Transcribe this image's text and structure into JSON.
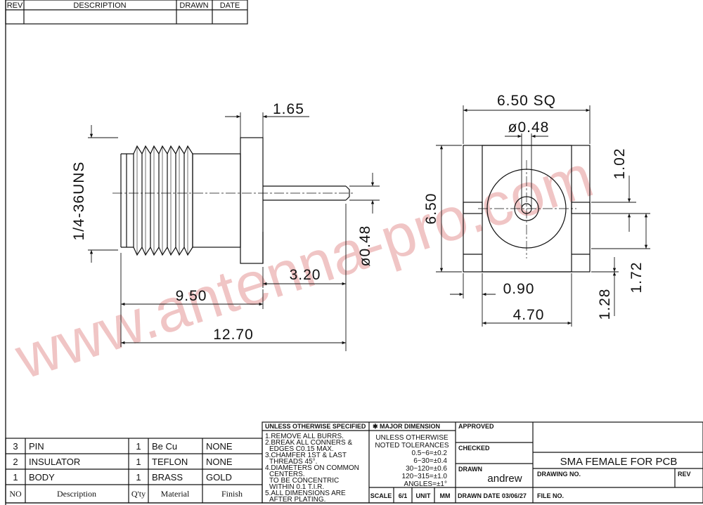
{
  "revision_block": {
    "headers": {
      "rev": "REV",
      "description": "DESCRIPTION",
      "drawn": "DRAWN",
      "date": "DATE"
    }
  },
  "watermark": "www.antenna-pro.com",
  "side_view": {
    "thread_label": "1/4-36UNS",
    "flange_thickness": "1.65",
    "pin_diameter": "ø0.48",
    "pin_length": "3.20",
    "body_length": "9.50",
    "overall_length": "12.70"
  },
  "front_view": {
    "width": "6.50 SQ",
    "height": "6.50",
    "center_pin": "ø0.48",
    "dim_102": "1.02",
    "dim_172": "1.72",
    "dim_128": "1.28",
    "dim_090": "0.90",
    "dim_470": "4.70"
  },
  "bom": {
    "headers": {
      "no": "NO",
      "description": "Description",
      "qty": "Q'ty",
      "material": "Material",
      "finish": "Finish"
    },
    "rows": [
      {
        "no": "3",
        "description": "PIN",
        "qty": "1",
        "material": "Be Cu",
        "finish": "NONE"
      },
      {
        "no": "2",
        "description": "INSULATOR",
        "qty": "1",
        "material": "TEFLON",
        "finish": "NONE"
      },
      {
        "no": "1",
        "description": "BODY",
        "qty": "1",
        "material": "BRASS",
        "finish": "GOLD"
      }
    ]
  },
  "notes": {
    "title": "UNLESS OTHERWISE SPECIFIED",
    "lines": [
      "1.REMOVE ALL BURRS.",
      "2.BREAK ALL CONNERS &",
      "  EDGES C0.15 MAX.",
      "3.CHAMFER 1ST & LAST",
      "  THREADS 45°.",
      "4.DIAMETERS ON COMMON",
      "  CENTERS.",
      "  TO BE CONCENTRIC",
      "  WITHIN 0.1 T.I.R.",
      "5.ALL DIMENSIONS ARE",
      "  AFTER PLATING."
    ]
  },
  "tolerances": {
    "title": "✱ MAJOR DIMENSION",
    "lines": [
      "UNLESS OTHERWISE",
      "NOTED TOLERANCES",
      "0.5~6=±0.2",
      "6~30=±0.4",
      "30~120=±0.6",
      "120~315=±1.0",
      "ANGLES=±1°"
    ],
    "scale_label": "SCALE",
    "scale_value": "6/1",
    "unit_label": "UNIT",
    "unit_value": "MM"
  },
  "approval": {
    "approved": "APPROVED",
    "checked": "CHECKED",
    "drawn": "DRAWN",
    "drawn_by": "andrew",
    "drawn_date": "DRAWN DATE 03/06/27"
  },
  "title_block": {
    "title": "SMA FEMALE FOR PCB",
    "drawing_no": "DRAWING NO.",
    "rev": "REV",
    "file_no": "FILE NO."
  }
}
